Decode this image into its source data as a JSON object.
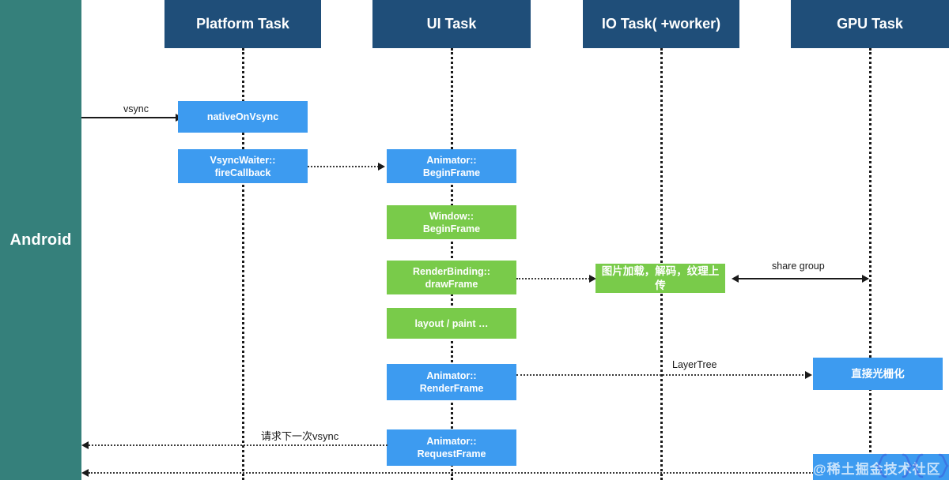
{
  "diagram": {
    "title": "Flutter Frame Rendering Pipeline Sequence Diagram",
    "platform_band": {
      "label": "Android",
      "color": "#35807b"
    },
    "colors": {
      "header": "#1f4e79",
      "blue_node": "#3d9bf0",
      "green_node": "#79cb4a",
      "band": "#35807b",
      "lifeline": "#1a1a1a",
      "background": "#ffffff"
    },
    "columns": [
      {
        "id": "platform",
        "label": "Platform Task"
      },
      {
        "id": "ui",
        "label": "UI Task"
      },
      {
        "id": "io",
        "label": "IO Task( +worker)"
      },
      {
        "id": "gpu",
        "label": "GPU Task"
      }
    ],
    "nodes": [
      {
        "id": "native-on-vsync",
        "label": "nativeOnVsync",
        "column": "platform",
        "color": "blue"
      },
      {
        "id": "vsync-waiter-fire-callback",
        "label": "VsyncWaiter::\nfireCallback",
        "column": "platform",
        "color": "blue"
      },
      {
        "id": "animator-begin-frame",
        "label": "Animator::\nBeginFrame",
        "column": "ui",
        "color": "blue"
      },
      {
        "id": "window-begin-frame",
        "label": "Window::\nBeginFrame",
        "column": "ui",
        "color": "green"
      },
      {
        "id": "render-binding-draw-frame",
        "label": "RenderBinding::\ndrawFrame",
        "column": "ui",
        "color": "green"
      },
      {
        "id": "layout-paint",
        "label": "layout / paint …",
        "column": "ui",
        "color": "green"
      },
      {
        "id": "animator-render-frame",
        "label": "Animator::\nRenderFrame",
        "column": "ui",
        "color": "blue"
      },
      {
        "id": "animator-request-frame",
        "label": "Animator::\nRequestFrame",
        "column": "ui",
        "color": "blue"
      },
      {
        "id": "image-load-decode-upload",
        "label": "图片加载，解码，纹理上传",
        "column": "io",
        "color": "green"
      },
      {
        "id": "direct-rasterize",
        "label": "直接光栅化",
        "column": "gpu",
        "color": "blue"
      },
      {
        "id": "watermark-box",
        "label": "",
        "column": "gpu",
        "color": "blue"
      }
    ],
    "connectors": [
      {
        "id": "vsync-arrow",
        "label": "vsync",
        "style": "solid",
        "direction": "right"
      },
      {
        "id": "fire-callback-to-begin-frame",
        "label": "",
        "style": "dotted",
        "direction": "right"
      },
      {
        "id": "draw-frame-to-io",
        "label": "",
        "style": "dotted",
        "direction": "right"
      },
      {
        "id": "share-group-arrow",
        "label": "share group",
        "style": "solid",
        "direction": "both"
      },
      {
        "id": "layer-tree-arrow",
        "label": "LayerTree",
        "style": "dotted",
        "direction": "right"
      },
      {
        "id": "request-next-vsync-arrow",
        "label": "请求下一次vsync",
        "style": "dotted",
        "direction": "left"
      },
      {
        "id": "bottom-return-arrow",
        "label": "",
        "style": "dotted",
        "direction": "left"
      }
    ]
  },
  "watermark": {
    "text": "@稀土掘金技术社区"
  }
}
